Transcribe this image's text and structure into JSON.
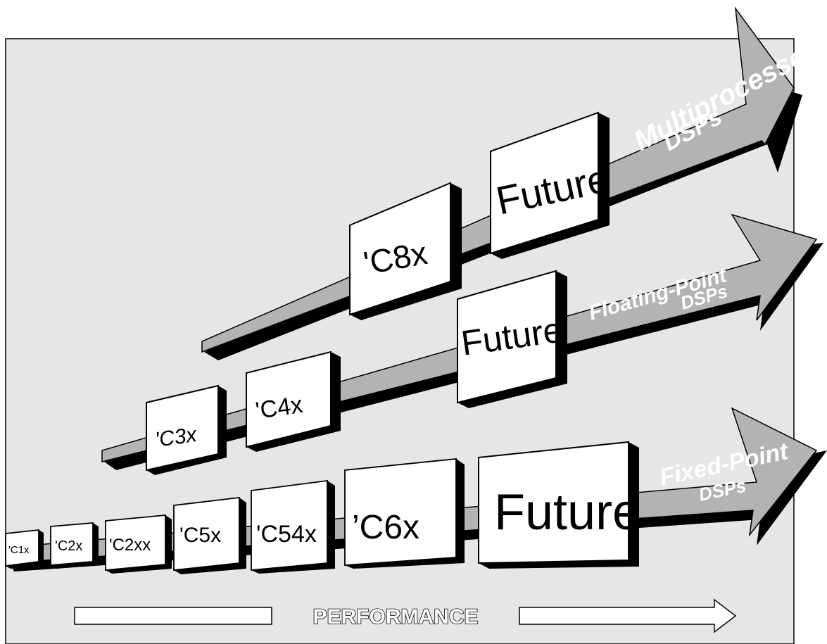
{
  "diagram": {
    "performance_label": "PERFORMANCE",
    "tracks": {
      "multiprocessor": {
        "line1": "Multiprocessor",
        "line2": "DSPs"
      },
      "floating_point": {
        "line1": "Floating-Point",
        "line2": "DSPs"
      },
      "fixed_point": {
        "line1": "Fixed-Point",
        "line2": "DSPs"
      }
    },
    "chips": {
      "c8x": "'C8x",
      "future_multi": "Future",
      "c3x": "'C3x",
      "c4x": "'C4x",
      "future_float": "Future",
      "c1x": "'C1x",
      "c2x": "'C2x",
      "c2xx": "'C2xx",
      "c5x": "'C5x",
      "c54x": "'C54x",
      "c6x": "’C6x",
      "future_fixed": "Future"
    },
    "colors": {
      "panel": "#e6e6e6",
      "arrow": "#b3b3b3",
      "arrow_shadow": "#000000",
      "chip_face": "#ffffff",
      "outline": "#000000"
    }
  }
}
